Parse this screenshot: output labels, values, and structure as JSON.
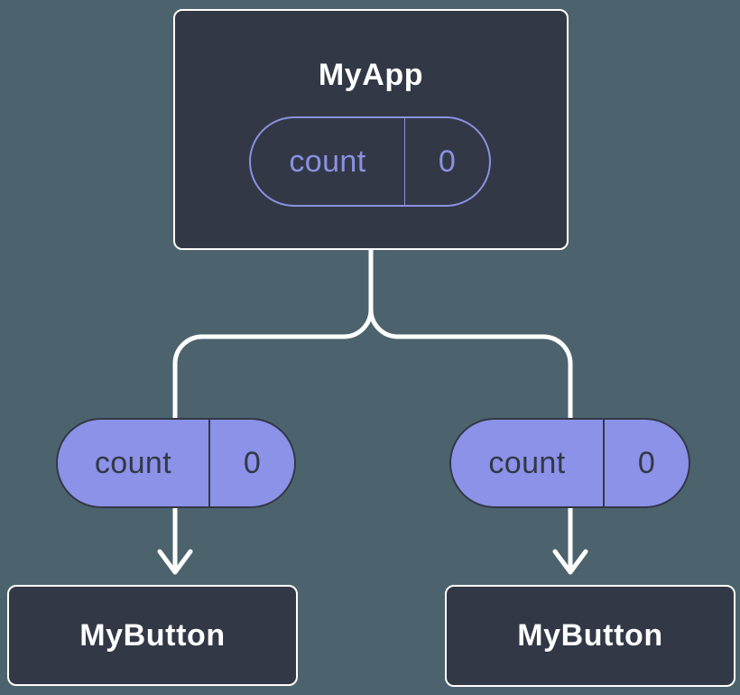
{
  "root": {
    "title": "MyApp",
    "state_pill": {
      "label": "count",
      "value": "0"
    }
  },
  "children": [
    {
      "prop_pill": {
        "label": "count",
        "value": "0"
      },
      "title": "MyButton"
    },
    {
      "prop_pill": {
        "label": "count",
        "value": "0"
      },
      "title": "MyButton"
    }
  ],
  "icons": {
    "connector_arrow": "chevron-down"
  },
  "colors": {
    "background": "#4C636E",
    "node_fill": "#333846",
    "node_border": "#FFFFFF",
    "connector": "#FFFFFF",
    "pill_fill": "#8B92E8",
    "pill_outline": "#8A91E2",
    "pill_text_dark": "#333846"
  }
}
